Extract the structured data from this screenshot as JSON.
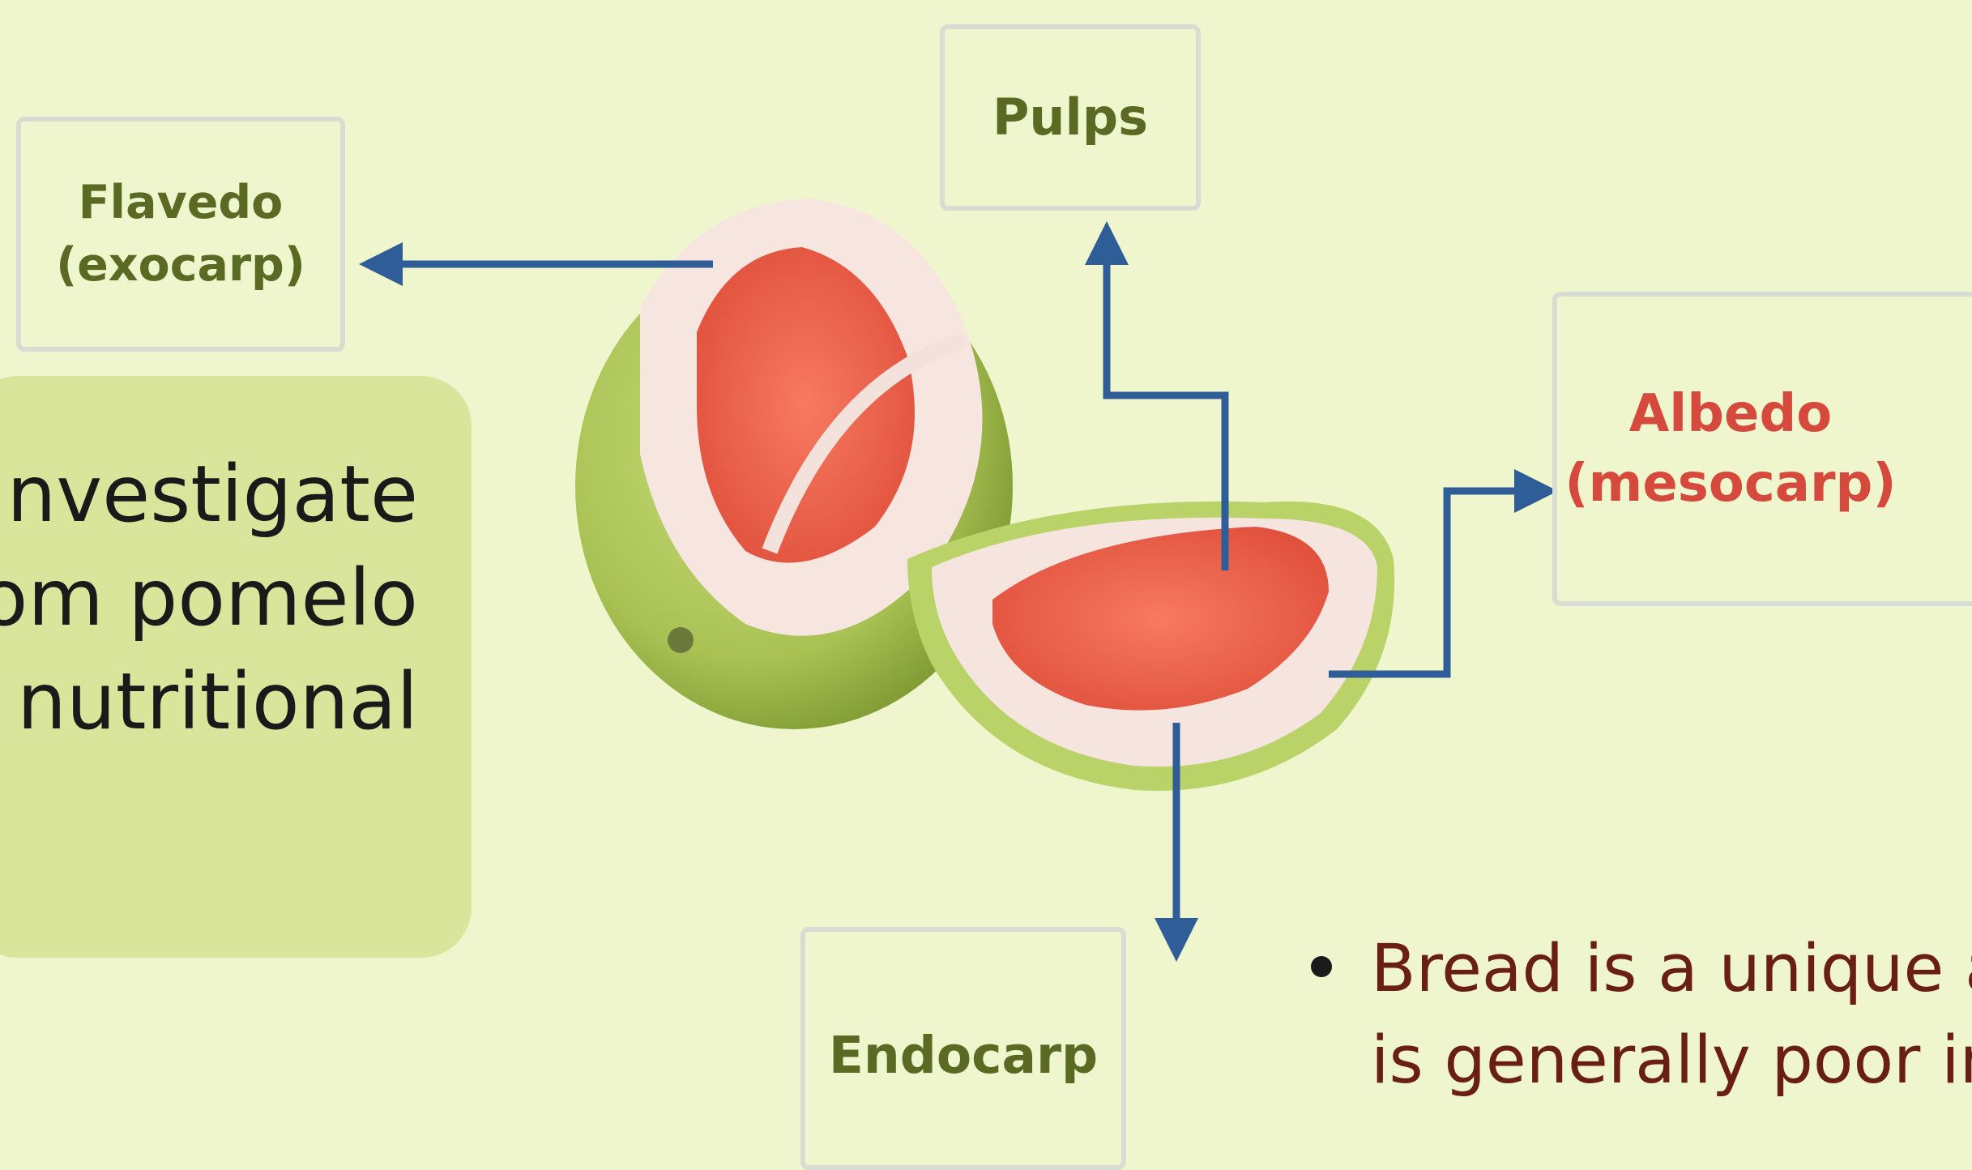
{
  "labels": {
    "flavedo": "Flavedo\n(exocarp)",
    "pulps": "Pulps",
    "albedo": "Albedo\n(mesocarp)",
    "endocarp": "Endocarp"
  },
  "panel_lines": [
    "investigate",
    "om pomelo",
    "nutritional"
  ],
  "bullet_lines": [
    "Bread is a unique ar",
    "is generally poor in"
  ],
  "colors": {
    "background": "#eff6cd",
    "label_text": "#5a6a22",
    "albedo_text": "#d54a3c",
    "arrow": "#2f5d97",
    "panel": "#d9e59a",
    "bullet_text": "#6a1f14"
  }
}
